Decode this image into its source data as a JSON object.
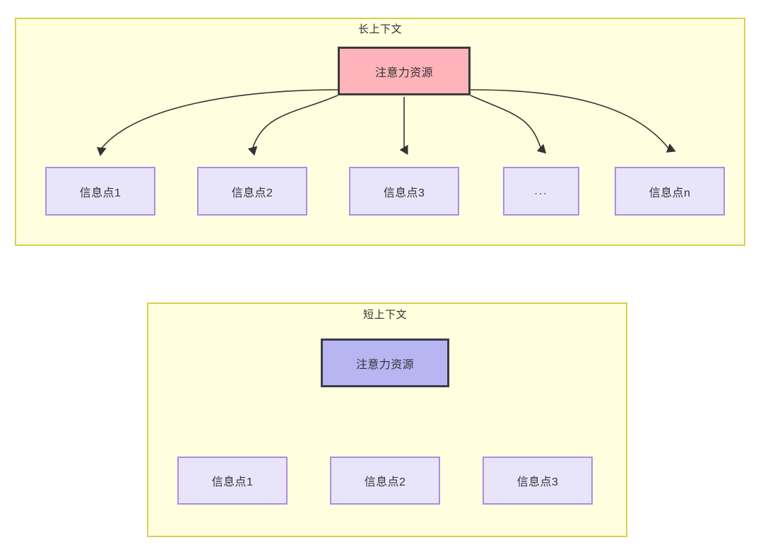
{
  "diagram": {
    "title_semantics": "attention-resource-allocation-long-vs-short-context",
    "colors": {
      "group_fill": "#ffffdf",
      "group_border": "#d6d14f",
      "attention_long_fill": "#ffb3ba",
      "attention_long_border": "#3b3b3b",
      "attention_short_fill": "#b7b5f2",
      "attention_short_border": "#3b3b46",
      "info_fill": "#e8e5fb",
      "info_border": "#ab8ee0",
      "edge_stroke": "#333333",
      "text": "#333333"
    }
  },
  "groups": [
    {
      "id": "long-context",
      "title": "长上下文",
      "source": {
        "label": "注意力资源"
      },
      "targets": [
        {
          "label": "信息点1"
        },
        {
          "label": "信息点2"
        },
        {
          "label": "信息点3"
        },
        {
          "label": "..."
        },
        {
          "label": "信息点n"
        }
      ]
    },
    {
      "id": "short-context",
      "title": "短上下文",
      "source": {
        "label": "注意力资源"
      },
      "targets": [
        {
          "label": "信息点1"
        },
        {
          "label": "信息点2"
        },
        {
          "label": "信息点3"
        }
      ]
    }
  ]
}
